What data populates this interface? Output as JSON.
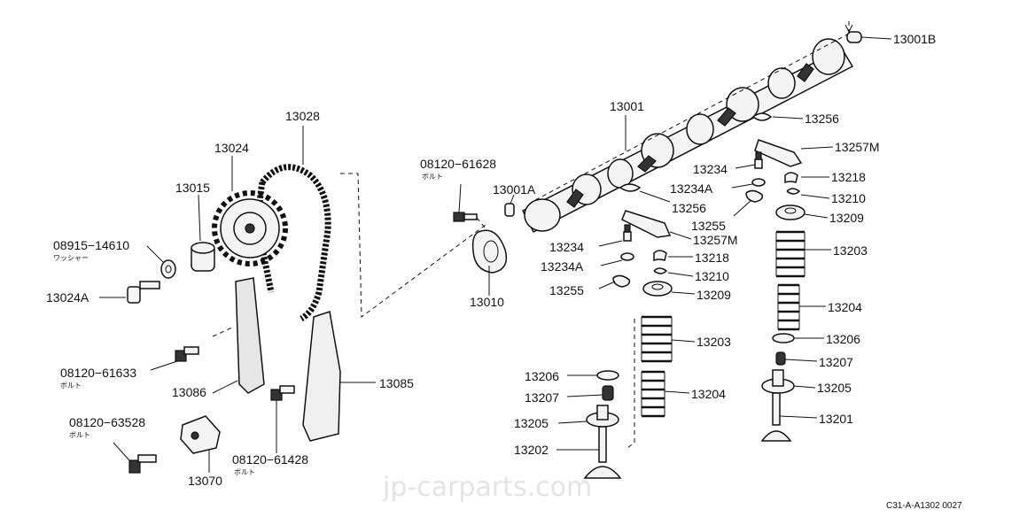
{
  "watermark": "jp-carparts.com",
  "footer_code": "C31-A-A1302 0027",
  "labels": {
    "p13001B": "13001B",
    "p13256_top": "13256",
    "p13257M_top": "13257M",
    "p13218_right": "13218",
    "p13210_right": "13210",
    "p13209_right": "13209",
    "p13203_right": "13203",
    "p13204_right": "13204",
    "p13206_right": "13206",
    "p13207_right": "13207",
    "p13205_right": "13205",
    "p13201": "13201",
    "p13001": "13001",
    "p13234_right": "13234",
    "p13234A_right": "13234A",
    "p13256_mid": "13256",
    "p13255_right": "13255",
    "p13001A": "13001A",
    "p08120_61628": "08120−61628",
    "p13010": "13010",
    "p13234_left": "13234",
    "p13257M_mid": "13257M",
    "p13234A_left": "13234A",
    "p13218_left": "13218",
    "p13210_left": "13210",
    "p13255_left": "13255",
    "p13209_left": "13209",
    "p13203_left": "13203",
    "p13206_left": "13206",
    "p13207_left": "13207",
    "p13204_left": "13204",
    "p13205_left": "13205",
    "p13202": "13202",
    "p13028": "13028",
    "p13024": "13024",
    "p13015": "13015",
    "p08915_14610": "08915−14610",
    "p13024A": "13024A",
    "p08120_61633": "08120−61633",
    "p13086": "13086",
    "p13085": "13085",
    "p08120_63528": "08120−63528",
    "p13070": "13070",
    "p08120_61428": "08120−61428"
  },
  "subs": {
    "washer_jp": "ワッシャー",
    "bolt_jp_1": "ボルト",
    "bolt_jp_2": "ボルト",
    "bolt_jp_3": "ボルト",
    "bolt_jp_4": "ボルト"
  }
}
